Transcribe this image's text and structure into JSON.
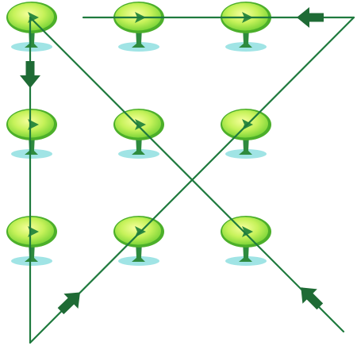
{
  "puzzle": {
    "description_type": "nine-dots-four-lines",
    "grid_rows": 3,
    "grid_cols": 3,
    "line_segment_count": 4,
    "arrow_count": 4,
    "colors": {
      "line": "#1f7a3e",
      "arrow": "#1f6b35",
      "tree_canopy_light": "#eaff7a",
      "tree_canopy_dark": "#7fd63a",
      "tree_canopy_edge": "#4caf2a",
      "tree_trunk": "#2e8b3e",
      "shadow": "#8fdfe0",
      "background": "#ffffff"
    },
    "icons": [
      "tree-icon",
      "arrow-icon"
    ]
  }
}
